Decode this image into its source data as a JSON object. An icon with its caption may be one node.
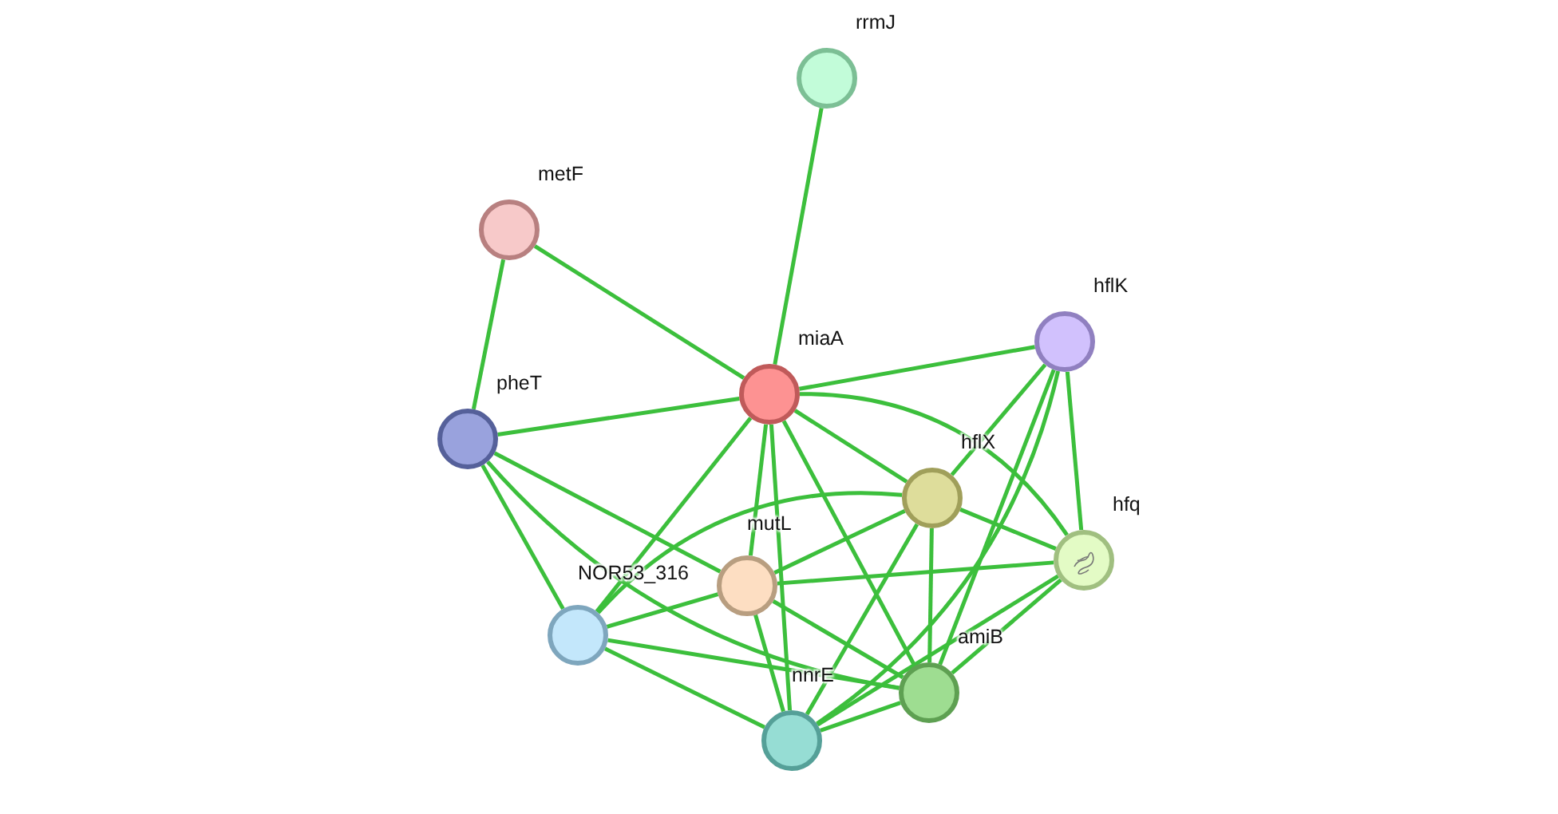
{
  "diagram": {
    "nodes": [
      {
        "text": [
          "rrmJ"
        ]
      },
      {
        "text": [
          "metF"
        ]
      },
      {
        "text": [
          "miaA"
        ]
      },
      {
        "text": [
          "hflK"
        ]
      },
      {
        "text": [
          "pheT"
        ]
      },
      {
        "text": [
          "hflX"
        ]
      },
      {
        "text": [
          "hfq"
        ]
      },
      {
        "text": [
          "mutL"
        ]
      },
      {
        "text": [
          "NOR53_316"
        ]
      },
      {
        "text": [
          "amiB"
        ]
      },
      {
        "text": [
          "nnrE"
        ]
      }
    ],
    "edges": [
      {
        "from": 0,
        "to": 2,
        "arrow": "none"
      },
      {
        "from": 1,
        "to": 2,
        "arrow": "none"
      },
      {
        "from": 1,
        "to": 4,
        "arrow": "none"
      },
      {
        "from": 4,
        "to": 2,
        "arrow": "none"
      },
      {
        "from": 4,
        "to": 7,
        "arrow": "none"
      },
      {
        "from": 4,
        "to": 9,
        "arrow": "none"
      },
      {
        "from": 4,
        "to": 8,
        "arrow": "none"
      },
      {
        "from": 2,
        "to": 3,
        "arrow": "none"
      },
      {
        "from": 2,
        "to": 5,
        "arrow": "none"
      },
      {
        "from": 2,
        "to": 6,
        "arrow": "none"
      },
      {
        "from": 2,
        "to": 7,
        "arrow": "none"
      },
      {
        "from": 2,
        "to": 8,
        "arrow": "none"
      },
      {
        "from": 2,
        "to": 10,
        "arrow": "none"
      },
      {
        "from": 2,
        "to": 9,
        "arrow": "none"
      },
      {
        "from": 3,
        "to": 5,
        "arrow": "none"
      },
      {
        "from": 3,
        "to": 6,
        "arrow": "none"
      },
      {
        "from": 3,
        "to": 9,
        "arrow": "none"
      },
      {
        "from": 3,
        "to": 10,
        "arrow": "none"
      },
      {
        "from": 5,
        "to": 6,
        "arrow": "none"
      },
      {
        "from": 5,
        "to": 7,
        "arrow": "none"
      },
      {
        "from": 5,
        "to": 8,
        "arrow": "none"
      },
      {
        "from": 5,
        "to": 10,
        "arrow": "none"
      },
      {
        "from": 5,
        "to": 9,
        "arrow": "none"
      },
      {
        "from": 6,
        "to": 7,
        "arrow": "none"
      },
      {
        "from": 6,
        "to": 9,
        "arrow": "none"
      },
      {
        "from": 6,
        "to": 10,
        "arrow": "none"
      },
      {
        "from": 7,
        "to": 10,
        "arrow": "none"
      },
      {
        "from": 7,
        "to": 9,
        "arrow": "none"
      },
      {
        "from": 7,
        "to": 8,
        "arrow": "none"
      },
      {
        "from": 8,
        "to": 10,
        "arrow": "none"
      },
      {
        "from": 8,
        "to": 9,
        "arrow": "none"
      },
      {
        "from": 10,
        "to": 9,
        "arrow": "none"
      }
    ]
  }
}
